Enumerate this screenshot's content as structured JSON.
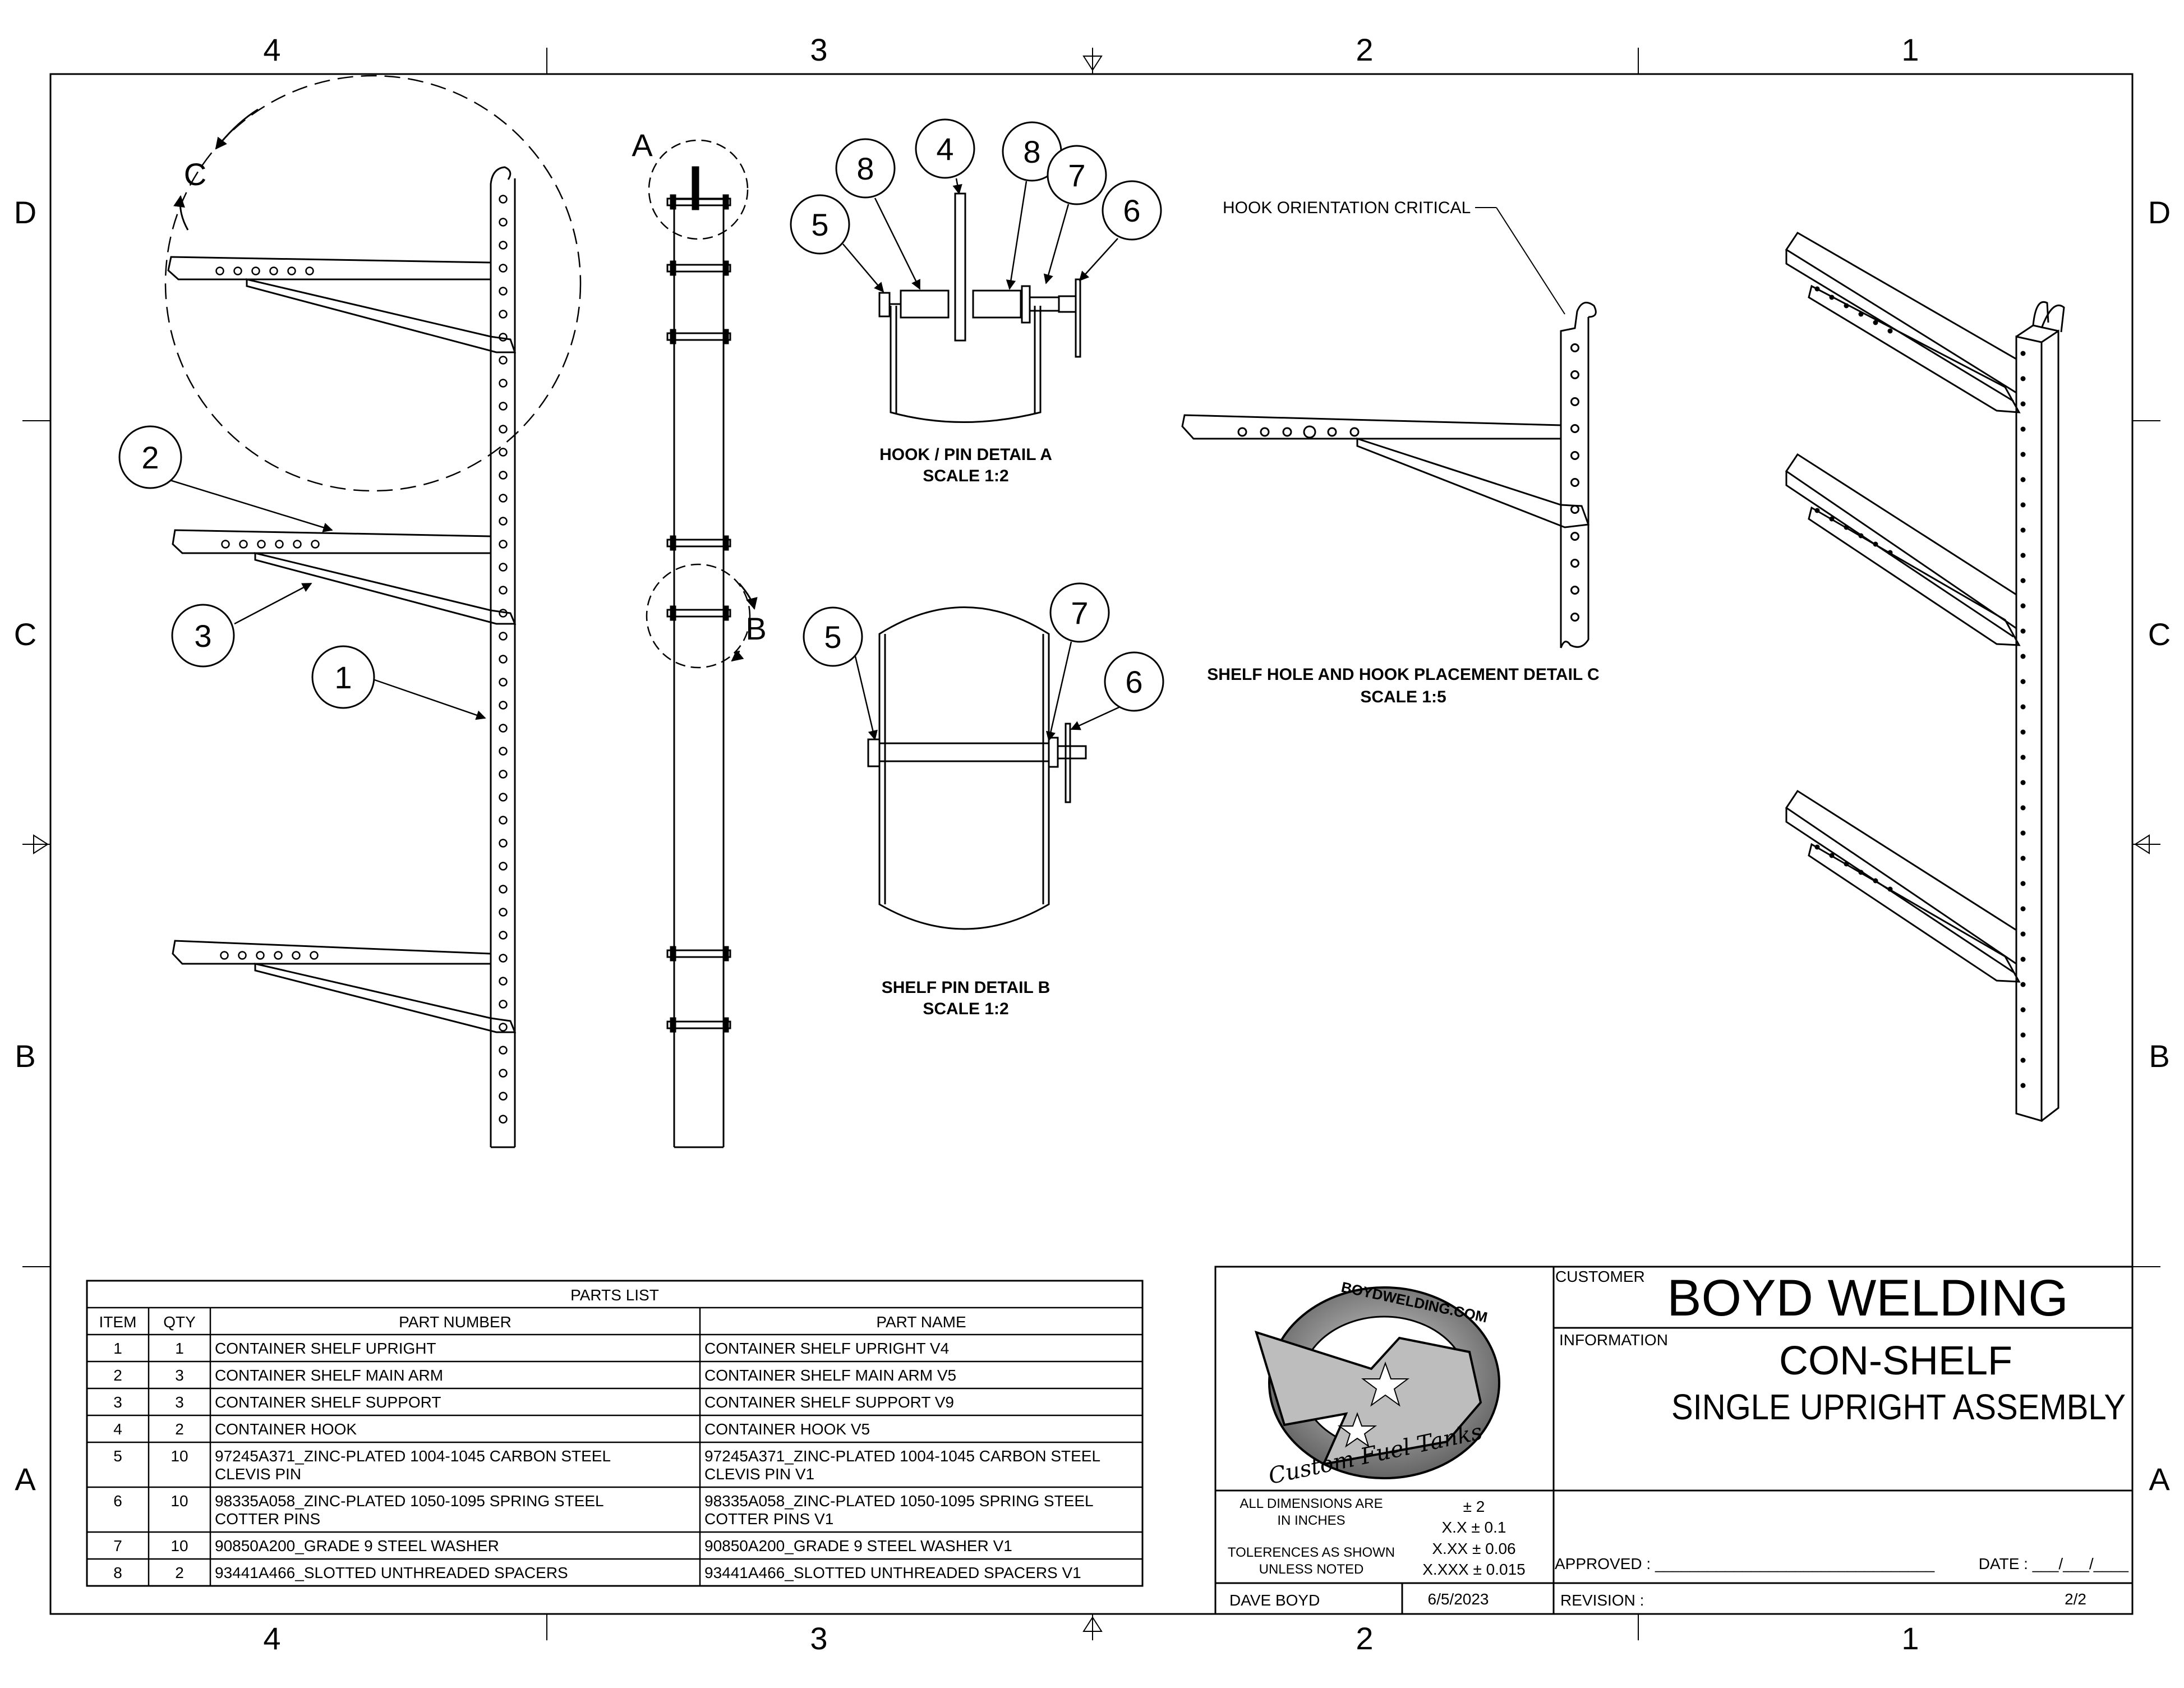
{
  "zones": {
    "columns": [
      "4",
      "3",
      "2",
      "1"
    ],
    "rows": [
      "D",
      "C",
      "B",
      "A"
    ]
  },
  "balloons": {
    "main_2": "2",
    "main_3": "3",
    "main_1": "1",
    "da_8a": "8",
    "da_4": "4",
    "da_8b": "8",
    "da_7": "7",
    "da_6": "6",
    "da_5": "5",
    "db_5": "5",
    "db_7": "7",
    "db_6": "6"
  },
  "detail_letters": {
    "c": "C",
    "a": "A",
    "b": "B"
  },
  "details": {
    "a_title": "HOOK / PIN DETAIL A",
    "a_scale": "SCALE 1:2",
    "b_title": "SHELF PIN DETAIL B",
    "b_scale": "SCALE 1:2",
    "c_title": "SHELF HOLE AND HOOK PLACEMENT DETAIL C",
    "c_scale": "SCALE 1:5",
    "c_note": "HOOK ORIENTATION CRITICAL"
  },
  "parts_list": {
    "title": "PARTS LIST",
    "headers": [
      "ITEM",
      "QTY",
      "PART NUMBER",
      "PART NAME"
    ],
    "rows": [
      {
        "item": "1",
        "qty": "1",
        "number": [
          "CONTAINER SHELF UPRIGHT"
        ],
        "name": [
          "CONTAINER SHELF UPRIGHT V4"
        ]
      },
      {
        "item": "2",
        "qty": "3",
        "number": [
          "CONTAINER SHELF MAIN ARM"
        ],
        "name": [
          "CONTAINER SHELF MAIN ARM V5"
        ]
      },
      {
        "item": "3",
        "qty": "3",
        "number": [
          "CONTAINER SHELF SUPPORT"
        ],
        "name": [
          "CONTAINER SHELF SUPPORT V9"
        ]
      },
      {
        "item": "4",
        "qty": "2",
        "number": [
          "CONTAINER HOOK"
        ],
        "name": [
          "CONTAINER HOOK V5"
        ]
      },
      {
        "item": "5",
        "qty": "10",
        "number": [
          "97245A371_ZINC-PLATED 1004-1045 CARBON STEEL",
          "CLEVIS PIN"
        ],
        "name": [
          "97245A371_ZINC-PLATED 1004-1045 CARBON STEEL",
          "CLEVIS PIN V1"
        ]
      },
      {
        "item": "6",
        "qty": "10",
        "number": [
          "98335A058_ZINC-PLATED 1050-1095 SPRING STEEL",
          "COTTER PINS"
        ],
        "name": [
          "98335A058_ZINC-PLATED 1050-1095 SPRING STEEL",
          "COTTER PINS V1"
        ]
      },
      {
        "item": "7",
        "qty": "10",
        "number": [
          "90850A200_GRADE 9 STEEL WASHER"
        ],
        "name": [
          "90850A200_GRADE 9 STEEL WASHER V1"
        ]
      },
      {
        "item": "8",
        "qty": "2",
        "number": [
          "93441A466_SLOTTED UNTHREADED SPACERS"
        ],
        "name": [
          "93441A466_SLOTTED UNTHREADED SPACERS V1"
        ]
      }
    ]
  },
  "title_block": {
    "customer_label": "CUSTOMER",
    "customer": "BOYD WELDING",
    "information_label": "INFORMATION",
    "title_line1": "CON-SHELF",
    "title_line2": "SINGLE UPRIGHT ASSEMBLY",
    "dims_note_1": "ALL DIMENSIONS ARE",
    "dims_note_2": "IN INCHES",
    "tol_note_1": "TOLERENCES AS SHOWN",
    "tol_note_2": "UNLESS NOTED",
    "tol_0": "± 2",
    "tol_1": "X.X  ±  0.1",
    "tol_2": "X.XX  ±  0.06",
    "tol_3": "X.XXX  ±  0.015",
    "drawn_by": "DAVE BOYD",
    "date": "6/5/2023",
    "approved": "APPROVED : ________________________________",
    "date_field": "DATE : ___/___/____",
    "revision": "REVISION :",
    "sheet": "2/2",
    "logo_arc_top": "BOYDWELDING.COM",
    "logo_script": "Custom Fuel Tanks"
  }
}
